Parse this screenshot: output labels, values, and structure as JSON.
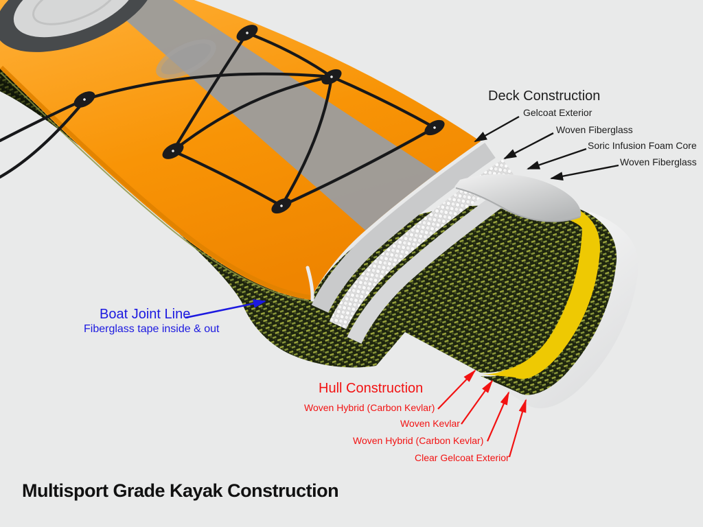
{
  "diagram": {
    "background": "#e9eaea",
    "caption": "Multisport Grade Kayak Construction",
    "deck_callouts": {
      "title": "Deck Construction",
      "color": "#1c1c1c",
      "labels": [
        "Gelcoat Exterior",
        "Woven Fiberglass",
        "Soric Infusion Foam Core",
        "Woven Fiberglass"
      ]
    },
    "joint_callout": {
      "title": "Boat Joint Line",
      "subtitle": "Fiberglass tape inside & out",
      "color": "#1c19e0"
    },
    "hull_callouts": {
      "title": "Hull Construction",
      "color": "#f21212",
      "labels": [
        "Woven Hybrid (Carbon Kevlar)",
        "Woven Kevlar",
        "Woven Hybrid (Carbon Kevlar)",
        "Clear Gelcoat Exterior"
      ]
    },
    "materials": {
      "deck_orange": "#f89406",
      "stripe_gray": "#9c9c9c",
      "bungee_black": "#17181a",
      "kevlar_weave_dark": "#1e250f",
      "kevlar_fleck": "#98a33c",
      "kevlar_stripe_yellow": "#eec903",
      "foam_white": "#f4f4f4",
      "fiberglass_gray": "#c9cacb",
      "clear_gelcoat": "#f2f3f3"
    }
  }
}
